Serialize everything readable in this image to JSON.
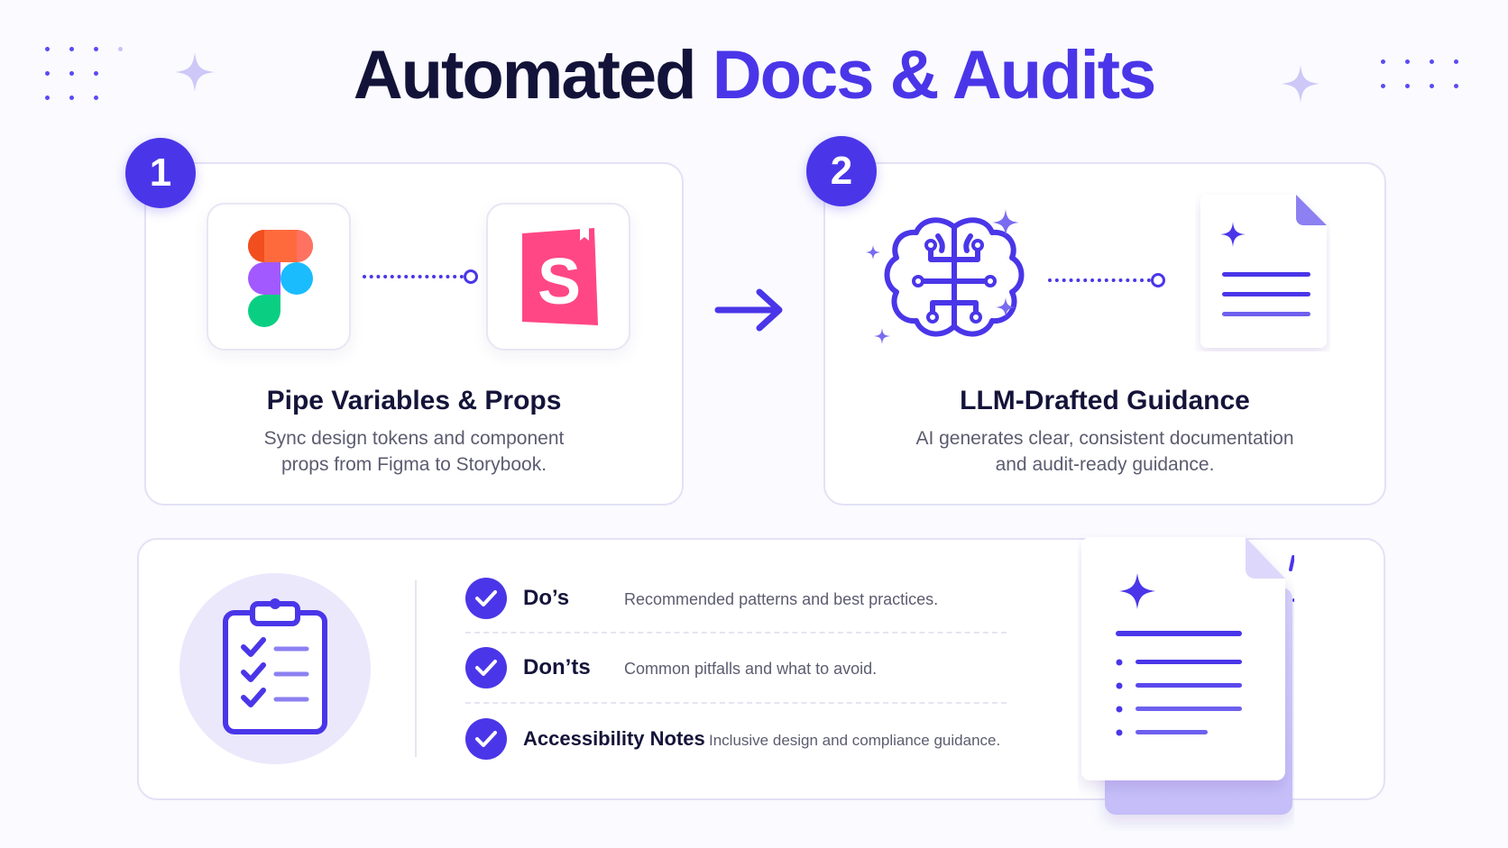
{
  "title": {
    "part1": "Automated",
    "part2": "Docs & Audits"
  },
  "colors": {
    "accent": "#4a36e8",
    "dark": "#14143a",
    "muted": "#5c5c70",
    "figma_red": "#f24e1e",
    "figma_orange": "#ff7262",
    "figma_purple": "#a259ff",
    "figma_blue": "#1abcfe",
    "figma_green": "#0acf83",
    "storybook_pink": "#ff4785"
  },
  "steps": [
    {
      "number": "1",
      "title": "Pipe Variables & Props",
      "desc_line1": "Sync design tokens and component",
      "desc_line2": "props from Figma to Storybook.",
      "icons": [
        "figma-logo-icon",
        "storybook-logo-icon"
      ]
    },
    {
      "number": "2",
      "title": "LLM-Drafted Guidance",
      "desc_line1": "AI generates clear, consistent documentation",
      "desc_line2": "and audit-ready guidance.",
      "icons": [
        "brain-circuit-icon",
        "document-sparkle-icon"
      ]
    }
  ],
  "storybook_letter": "S",
  "checklist": [
    {
      "label": "Do’s",
      "desc": "Recommended patterns and best practices."
    },
    {
      "label": "Don’ts",
      "desc": "Common pitfalls and what to avoid."
    },
    {
      "label": "Accessibility Notes",
      "desc": "Inclusive design and compliance guidance."
    }
  ]
}
